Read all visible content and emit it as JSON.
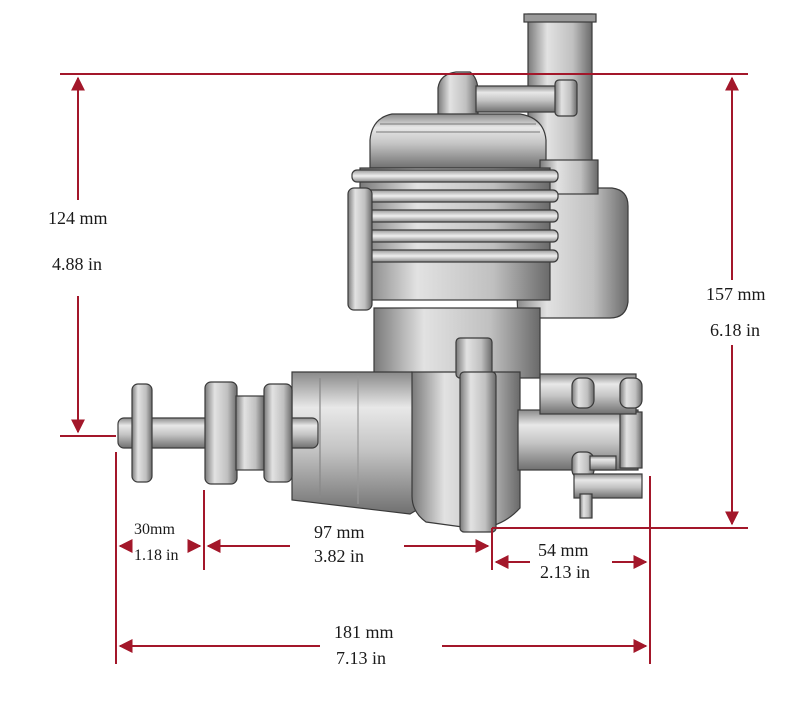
{
  "dimensions": {
    "height_to_shaft": {
      "mm": "124 mm",
      "in": "4.88 in"
    },
    "overall_height": {
      "mm": "157 mm",
      "in": "6.18 in"
    },
    "prop_hub": {
      "mm": "30mm",
      "in": "1.18 in"
    },
    "body_length": {
      "mm": "97 mm",
      "in": "3.82 in"
    },
    "rear_length": {
      "mm": "54 mm",
      "in": "2.13 in"
    },
    "overall_length": {
      "mm": "181 mm",
      "in": "7.13 in"
    }
  },
  "colors": {
    "dimension_line": "#a3172a",
    "text": "#1a1a1a",
    "metal_light": "#e4e4e4",
    "metal_mid": "#b8b8b8",
    "metal_dark": "#6e6e6e",
    "outline": "#3a3a3a"
  }
}
